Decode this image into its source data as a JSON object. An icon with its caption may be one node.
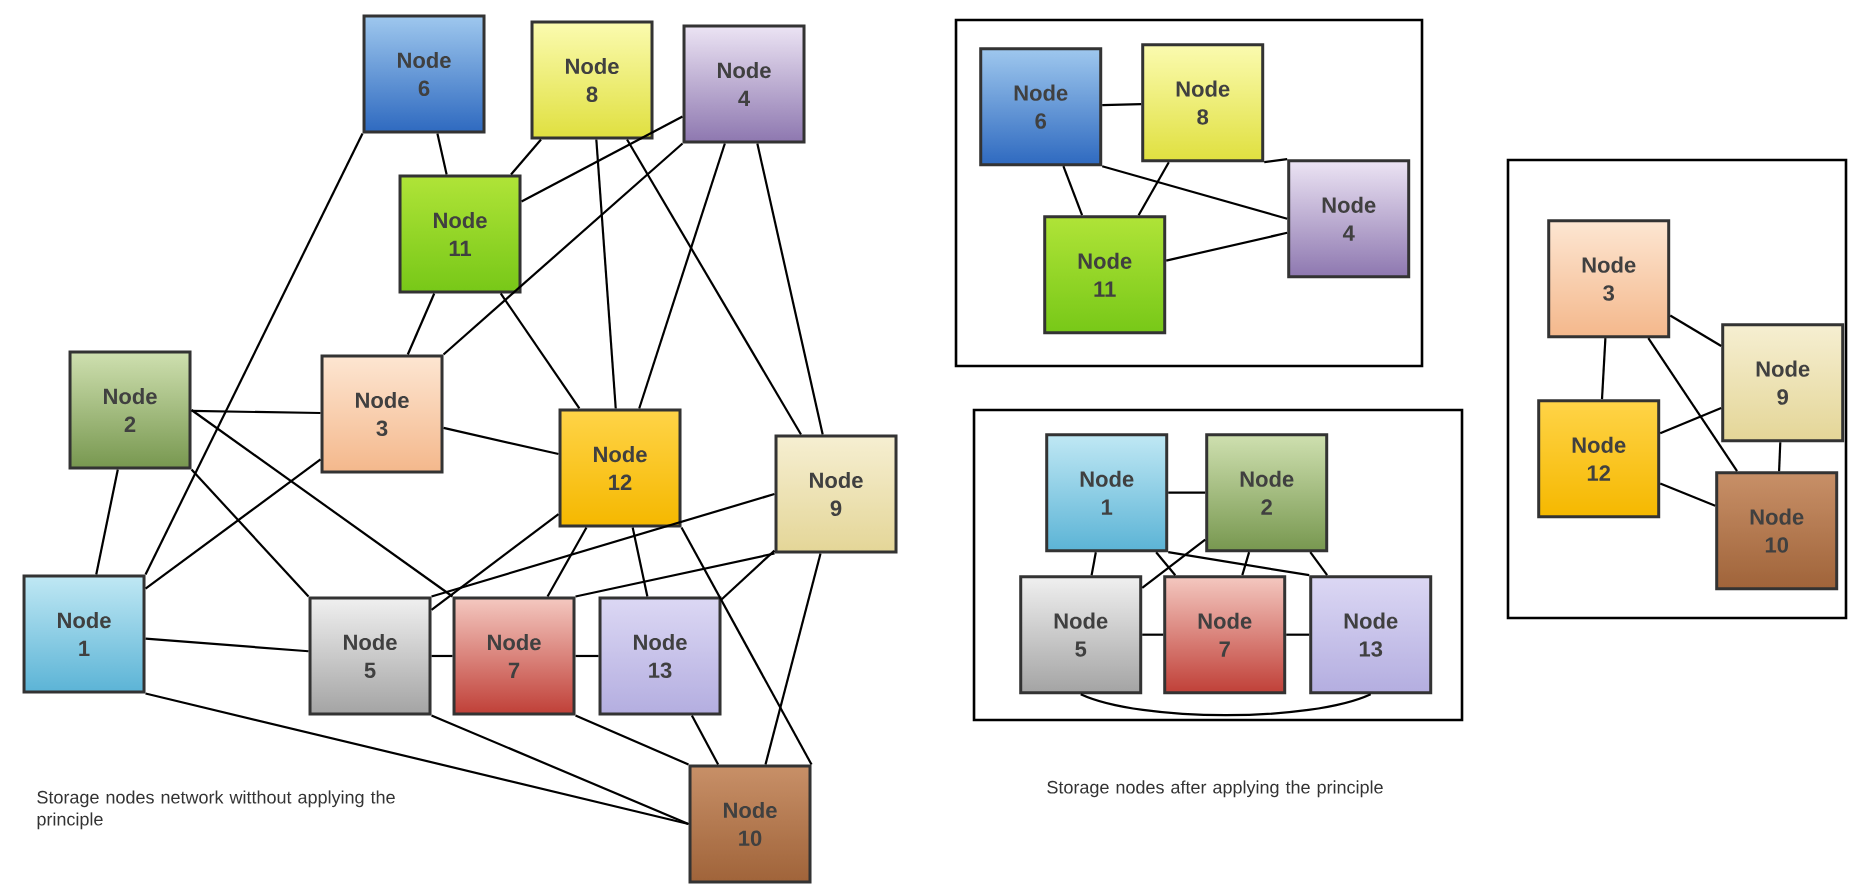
{
  "diagram": {
    "nodes": [
      {
        "text": [
          "Node 6"
        ]
      },
      {
        "text": [
          "Node 8"
        ]
      },
      {
        "text": [
          "Node 4"
        ]
      },
      {
        "text": [
          "Node 11"
        ]
      },
      {
        "text": [
          "Node 2"
        ]
      },
      {
        "text": [
          "Node 3"
        ]
      },
      {
        "text": [
          "Node 12"
        ]
      },
      {
        "text": [
          "Node 9"
        ]
      },
      {
        "text": [
          "Node 1"
        ]
      },
      {
        "text": [
          "Node 5"
        ]
      },
      {
        "text": [
          "Node 7"
        ]
      },
      {
        "text": [
          "Node 13"
        ]
      },
      {
        "text": [
          "Node 10"
        ]
      },
      {
        "text": [],
        "shape": "box"
      },
      {
        "text": [
          "Node 6"
        ],
        "in": 13
      },
      {
        "text": [
          "Node 8"
        ],
        "in": 13
      },
      {
        "text": [
          "Node 4"
        ],
        "in": 13
      },
      {
        "text": [
          "Node 11"
        ],
        "in": 13
      },
      {
        "text": [],
        "shape": "box"
      },
      {
        "text": [
          "Node 1"
        ],
        "in": 18
      },
      {
        "text": [
          "Node 2"
        ],
        "in": 18
      },
      {
        "text": [
          "Node 5"
        ],
        "in": 18
      },
      {
        "text": [
          "Node 7"
        ],
        "in": 18
      },
      {
        "text": [
          "Node 13"
        ],
        "in": 18
      },
      {
        "text": [],
        "shape": "box"
      },
      {
        "text": [
          "Node 3"
        ],
        "in": 24
      },
      {
        "text": [
          "Node 9"
        ],
        "in": 24
      },
      {
        "text": [
          "Node 12"
        ],
        "in": 24
      },
      {
        "text": [
          "Node 10"
        ],
        "in": 24
      }
    ],
    "edges": [
      {
        "from": 0,
        "to": 3,
        "arrow": "none"
      },
      {
        "from": 0,
        "to": 8,
        "arrow": "none"
      },
      {
        "from": 1,
        "to": 3,
        "arrow": "none"
      },
      {
        "from": 1,
        "to": 6,
        "arrow": "none"
      },
      {
        "from": 1,
        "to": 7,
        "arrow": "none"
      },
      {
        "from": 2,
        "to": 3,
        "arrow": "none"
      },
      {
        "from": 2,
        "to": 5,
        "arrow": "none"
      },
      {
        "from": 2,
        "to": 6,
        "arrow": "none"
      },
      {
        "from": 2,
        "to": 7,
        "arrow": "none"
      },
      {
        "from": 3,
        "to": 5,
        "arrow": "none"
      },
      {
        "from": 3,
        "to": 6,
        "arrow": "none"
      },
      {
        "from": 4,
        "to": 5,
        "arrow": "none"
      },
      {
        "from": 4,
        "to": 8,
        "arrow": "none"
      },
      {
        "from": 4,
        "to": 9,
        "arrow": "none"
      },
      {
        "from": 4,
        "to": 10,
        "arrow": "none"
      },
      {
        "from": 5,
        "to": 8,
        "arrow": "none"
      },
      {
        "from": 5,
        "to": 6,
        "arrow": "none"
      },
      {
        "from": 8,
        "to": 9,
        "arrow": "none"
      },
      {
        "from": 8,
        "to": 12,
        "arrow": "none"
      },
      {
        "from": 9,
        "to": 10,
        "arrow": "none"
      },
      {
        "from": 10,
        "to": 11,
        "arrow": "none"
      },
      {
        "from": 9,
        "to": 12,
        "arrow": "none"
      },
      {
        "from": 10,
        "to": 12,
        "arrow": "none"
      },
      {
        "from": 11,
        "to": 12,
        "arrow": "none"
      },
      {
        "from": 6,
        "to": 9,
        "arrow": "none"
      },
      {
        "from": 6,
        "to": 10,
        "arrow": "none"
      },
      {
        "from": 6,
        "to": 11,
        "arrow": "none"
      },
      {
        "from": 6,
        "to": 12,
        "arrow": "none"
      },
      {
        "from": 7,
        "to": 9,
        "arrow": "none"
      },
      {
        "from": 7,
        "to": 10,
        "arrow": "none"
      },
      {
        "from": 7,
        "to": 11,
        "arrow": "none"
      },
      {
        "from": 7,
        "to": 12,
        "arrow": "none"
      },
      {
        "from": 14,
        "to": 15,
        "arrow": "none"
      },
      {
        "from": 14,
        "to": 17,
        "arrow": "none"
      },
      {
        "from": 14,
        "to": 16,
        "arrow": "none"
      },
      {
        "from": 15,
        "to": 17,
        "arrow": "none"
      },
      {
        "from": 15,
        "to": 16,
        "arrow": "none"
      },
      {
        "from": 17,
        "to": 16,
        "arrow": "none"
      },
      {
        "from": 19,
        "to": 20,
        "arrow": "none"
      },
      {
        "from": 19,
        "to": 21,
        "arrow": "none"
      },
      {
        "from": 20,
        "to": 21,
        "arrow": "none"
      },
      {
        "from": 19,
        "to": 22,
        "arrow": "none"
      },
      {
        "from": 19,
        "to": 23,
        "arrow": "none"
      },
      {
        "from": 20,
        "to": 22,
        "arrow": "none"
      },
      {
        "from": 20,
        "to": 23,
        "arrow": "none"
      },
      {
        "from": 21,
        "to": 22,
        "arrow": "none"
      },
      {
        "from": 22,
        "to": 23,
        "arrow": "none"
      },
      {
        "from": 21,
        "to": 23,
        "arrow": "none"
      },
      {
        "from": 25,
        "to": 27,
        "arrow": "none"
      },
      {
        "from": 25,
        "to": 26,
        "arrow": "none"
      },
      {
        "from": 25,
        "to": 28,
        "arrow": "none"
      },
      {
        "from": 27,
        "to": 26,
        "arrow": "none"
      },
      {
        "from": 27,
        "to": 28,
        "arrow": "none"
      },
      {
        "from": 26,
        "to": 28,
        "arrow": "none"
      }
    ],
    "labels": [
      "Storage nodes network witthout applying the principle",
      "Storage nodes after applying the principle"
    ]
  }
}
